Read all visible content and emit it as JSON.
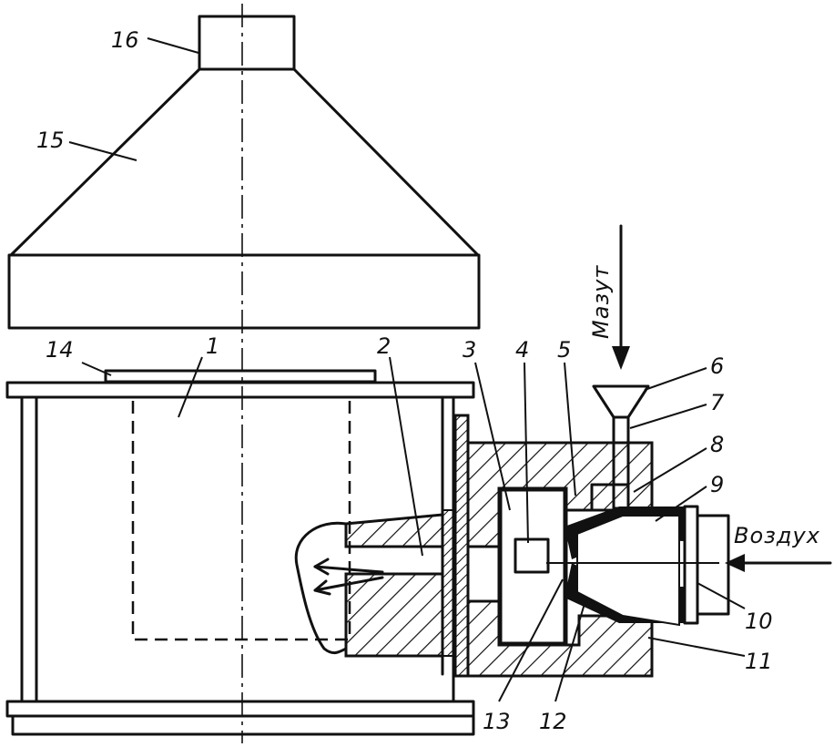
{
  "labels": {
    "n1": "1",
    "n2": "2",
    "n3": "3",
    "n4": "4",
    "n5": "5",
    "n6": "6",
    "n7": "7",
    "n8": "8",
    "n9": "9",
    "n10": "10",
    "n11": "11",
    "n12": "12",
    "n13": "13",
    "n14": "14",
    "n15": "15",
    "n16": "16"
  },
  "words": {
    "fuel": "Мазут",
    "air": "Воздух"
  }
}
